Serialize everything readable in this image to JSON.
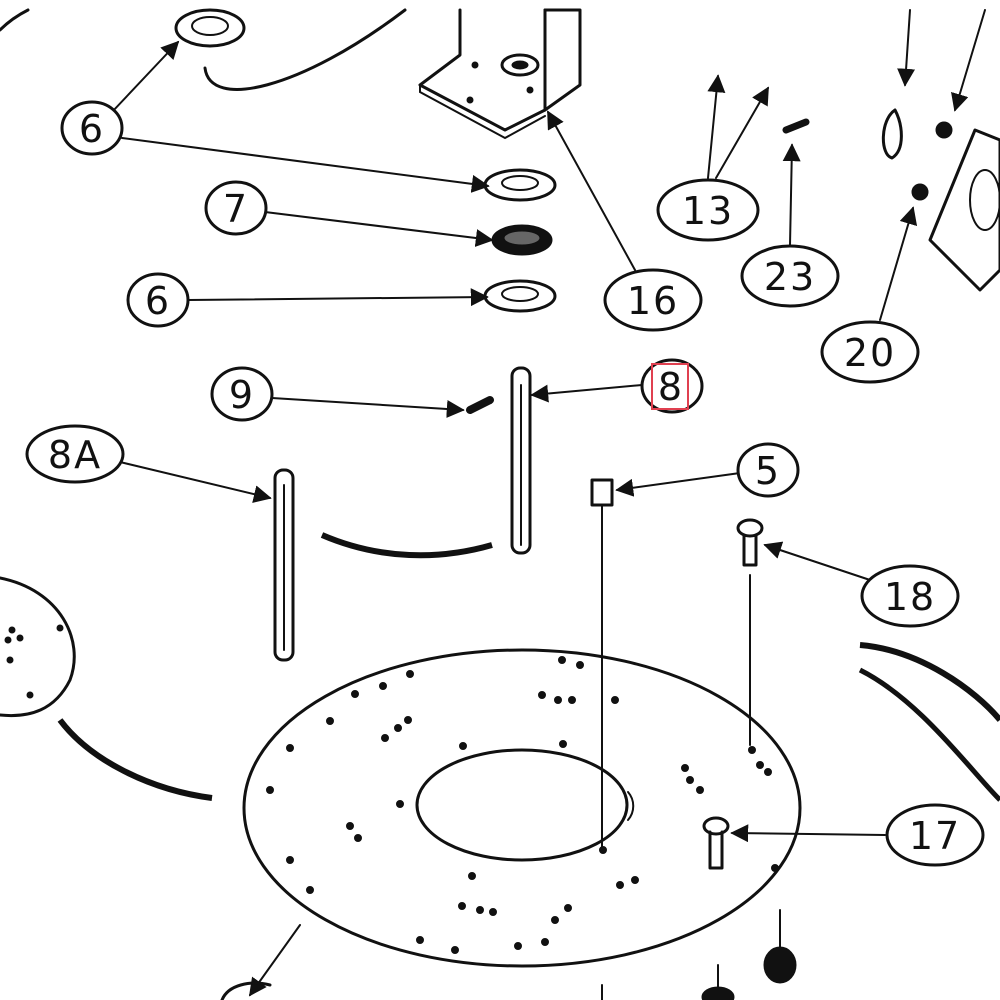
{
  "diagram": {
    "callouts": {
      "c6_top": "6",
      "c7": "7",
      "c6_mid": "6",
      "c9": "9",
      "c8": "8",
      "c8A": "8A",
      "c5": "5",
      "c13": "13",
      "c23": "23",
      "c16": "16",
      "c20": "20",
      "c18": "18",
      "c17": "17"
    },
    "highlight": {
      "target": "8",
      "color": "#e04050"
    }
  }
}
